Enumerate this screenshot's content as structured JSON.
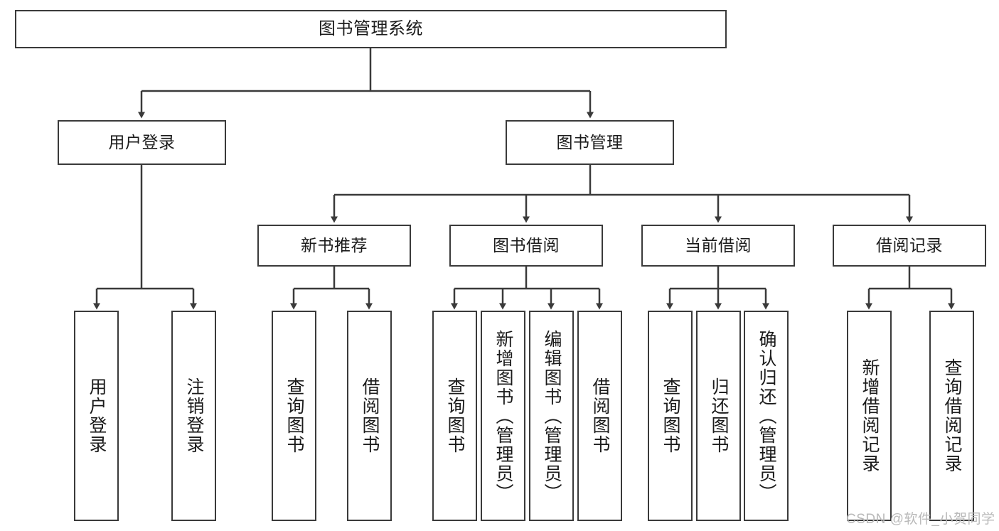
{
  "diagram": {
    "type": "tree-hierarchy-chart",
    "title_text": "图书管理系统",
    "line_color": "#3a3a3a",
    "box_fill": "#ffffff",
    "text_color": "#1b1b1b",
    "watermark": "CSDN @软件_小贺同学",
    "root": {
      "label": "图书管理系统"
    },
    "level1": [
      {
        "label": "用户登录"
      },
      {
        "label": "图书管理"
      }
    ],
    "level2": [
      {
        "label": "新书推荐"
      },
      {
        "label": "图书借阅"
      },
      {
        "label": "当前借阅"
      },
      {
        "label": "借阅记录"
      }
    ],
    "leaves": {
      "user_login": [
        {
          "label": "用户登录"
        },
        {
          "label": "注销登录"
        }
      ],
      "new_book_recommend": [
        {
          "label": "查询图书"
        },
        {
          "label": "借阅图书"
        }
      ],
      "book_borrow": [
        {
          "label": "查询图书"
        },
        {
          "label": "新增图书（管理员）"
        },
        {
          "label": "编辑图书（管理员）"
        },
        {
          "label": "借阅图书"
        }
      ],
      "current_borrow": [
        {
          "label": "查询图书"
        },
        {
          "label": "归还图书"
        },
        {
          "label": "确认归还（管理员）"
        }
      ],
      "borrow_record": [
        {
          "label": "新增借阅记录"
        },
        {
          "label": "查询借阅记录"
        }
      ]
    }
  }
}
